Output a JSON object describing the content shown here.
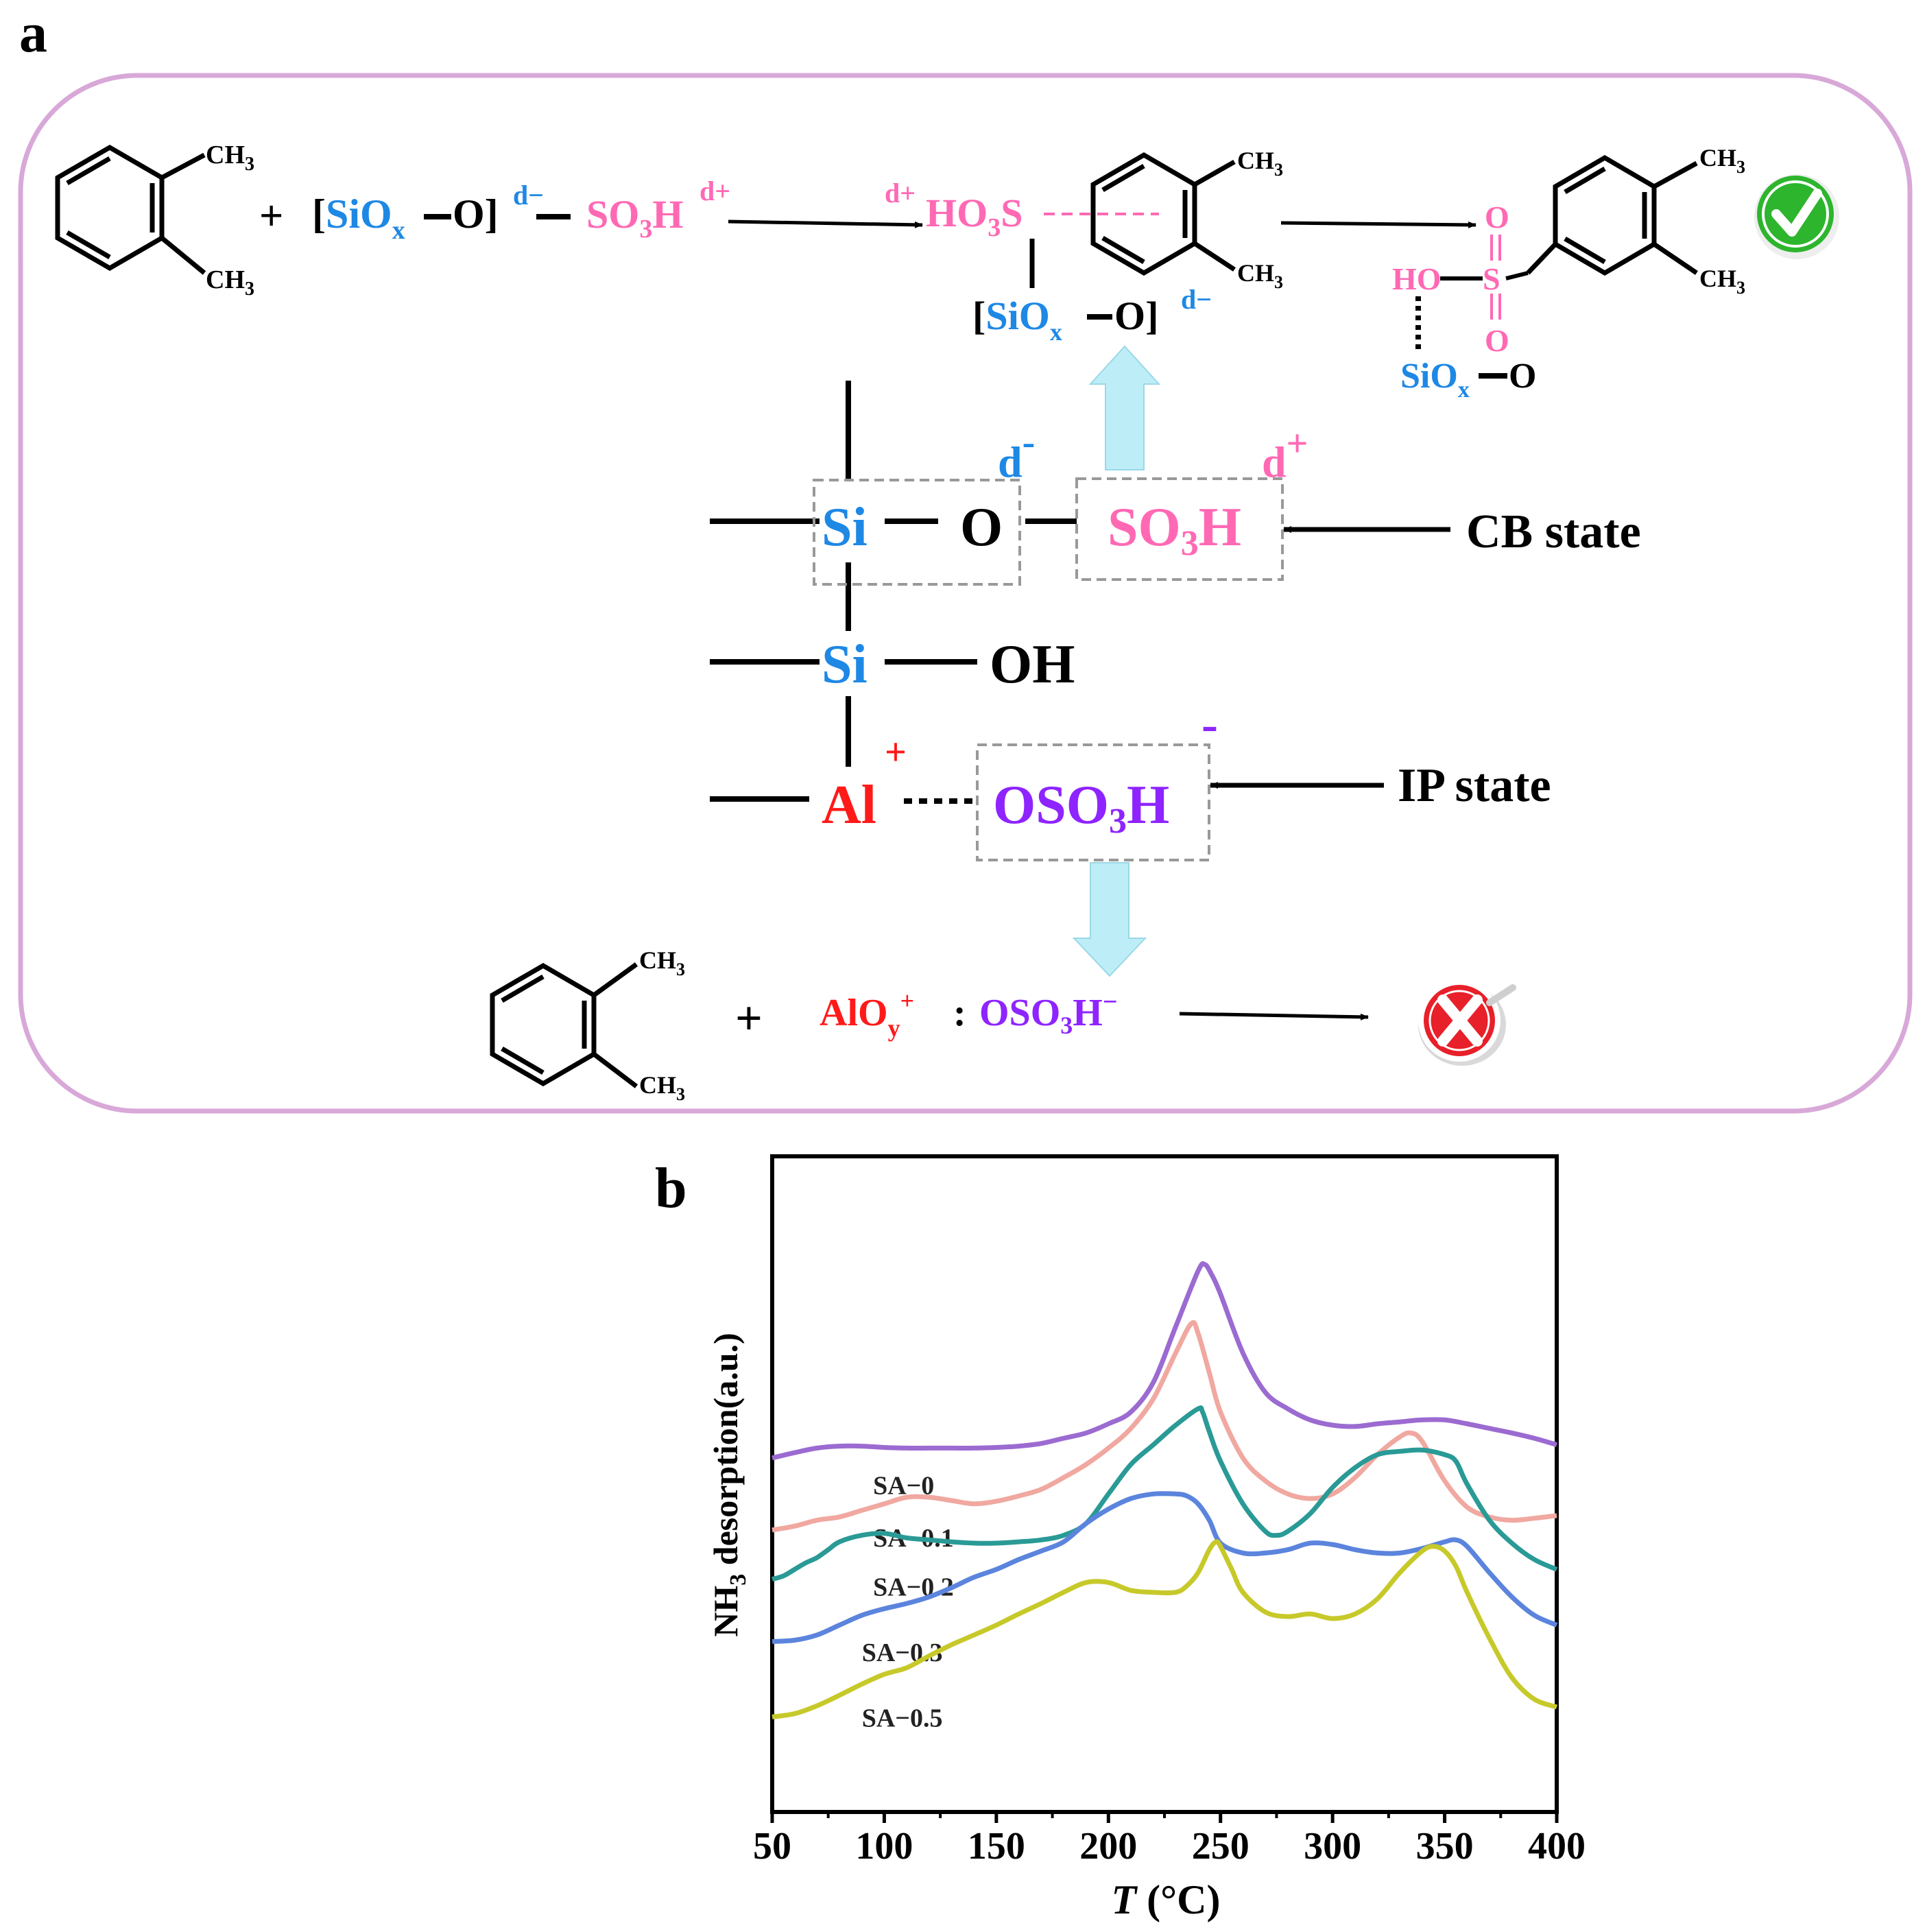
{
  "panel_a": {
    "label": "a",
    "colors": {
      "blue": "#1e88e5",
      "pink": "#ff69b4",
      "red": "#ff1a1a",
      "purple": "#8e24ff",
      "black": "#000000",
      "frame": "#d8a8d8",
      "arrow_fill": "#bdeef8"
    },
    "top": {
      "me1": "CH",
      "me1_sub": "3",
      "me2": "CH",
      "me2_sub": "3",
      "plus": "+",
      "lbr": "[",
      "siox": "SiO",
      "x_sub": "x",
      "o": "O",
      "rbr": "]",
      "dminus": "d−",
      "so3h": "SO",
      "so3h_sub": "3",
      "so3h_h": "H",
      "dplus": "d+",
      "int_dplus": "d+",
      "int_ho3s": "HO",
      "int_ho3s_sub": "3",
      "int_ho3s_s": "S",
      "int_me1": "CH",
      "int_me1_sub": "3",
      "int_me2": "CH",
      "int_me2_sub": "3",
      "int_lbr": "[",
      "int_siox": "SiO",
      "int_x": "x",
      "int_o": "O",
      "int_rbr": "]",
      "int_dminus": "d−",
      "prod_me1": "CH",
      "prod_me1_sub": "3",
      "prod_me2": "CH",
      "prod_me2_sub": "3",
      "prod_o_top": "O",
      "prod_ho": "HO",
      "prod_s": "S",
      "prod_o_bot": "O",
      "prod_siox": "SiO",
      "prod_x": "x",
      "prod_o": "O"
    },
    "center": {
      "si1": "Si",
      "o1": "O",
      "so3h": "SO",
      "so3h_sub": "3",
      "so3h_h": "H",
      "d_minus_d": "d",
      "d_minus_sign": "-",
      "d_plus_d": "d",
      "d_plus_sign": "+",
      "cb_state": "CB state",
      "si2": "Si",
      "oh": "OH",
      "al": "Al",
      "al_plus": "+",
      "oso3h": "OSO",
      "oso3h_sub": "3",
      "oso3h_h": "H",
      "oso3h_minus": "-",
      "ip_state": "IP state"
    },
    "bottom": {
      "me1": "CH",
      "me1_sub": "3",
      "me2": "CH",
      "me2_sub": "3",
      "plus": "+",
      "alo": "AlO",
      "alo_sub": "y",
      "alo_sup": "+",
      "colon": ":",
      "oso3h": "OSO",
      "oso3h_sub": "3",
      "oso3h_h": "H",
      "oso3h_sup": "−"
    }
  },
  "panel_b": {
    "label": "b"
  },
  "chart_data": {
    "type": "line",
    "xlabel_italic": "T",
    "xlabel_unit": "(°C)",
    "ylabel_main": "NH",
    "ylabel_sub": "3",
    "ylabel_rest": " desorption(a.u.)",
    "xlim": [
      50,
      400
    ],
    "ylim": [
      0,
      10
    ],
    "xticks": [
      50,
      100,
      150,
      200,
      250,
      300,
      350,
      400
    ],
    "y_tick_labels_shown": false,
    "grid": false,
    "legend": "none",
    "series_labels_inline": true,
    "series": [
      {
        "name": "SA−0",
        "color": "#9b6bd1",
        "label_at": [
          95,
          4.85
        ],
        "x": [
          50,
          60,
          70,
          80,
          90,
          100,
          110,
          120,
          130,
          140,
          150,
          160,
          170,
          180,
          190,
          200,
          210,
          220,
          230,
          240,
          243,
          246,
          250,
          260,
          270,
          280,
          290,
          300,
          310,
          320,
          330,
          340,
          350,
          360,
          370,
          380,
          390,
          400
        ],
        "y": [
          5.4,
          5.48,
          5.55,
          5.58,
          5.58,
          5.56,
          5.55,
          5.55,
          5.55,
          5.55,
          5.56,
          5.58,
          5.62,
          5.7,
          5.78,
          5.92,
          6.1,
          6.55,
          7.4,
          8.25,
          8.35,
          8.2,
          7.9,
          7.0,
          6.4,
          6.15,
          5.98,
          5.9,
          5.88,
          5.92,
          5.95,
          5.98,
          5.98,
          5.92,
          5.85,
          5.78,
          5.7,
          5.6
        ]
      },
      {
        "name": "SA−0.1",
        "color": "#f0a8a0",
        "label_at": [
          95,
          4.05
        ],
        "x": [
          50,
          60,
          70,
          80,
          90,
          100,
          110,
          120,
          130,
          140,
          150,
          160,
          170,
          180,
          190,
          200,
          210,
          220,
          230,
          237,
          240,
          245,
          250,
          260,
          270,
          280,
          290,
          300,
          310,
          320,
          330,
          335,
          340,
          350,
          360,
          370,
          380,
          390,
          400
        ],
        "y": [
          4.3,
          4.36,
          4.45,
          4.5,
          4.6,
          4.7,
          4.8,
          4.8,
          4.75,
          4.7,
          4.74,
          4.82,
          4.92,
          5.1,
          5.3,
          5.55,
          5.85,
          6.3,
          7.0,
          7.45,
          7.3,
          6.7,
          6.1,
          5.4,
          5.05,
          4.85,
          4.78,
          4.85,
          5.1,
          5.45,
          5.72,
          5.78,
          5.65,
          5.05,
          4.65,
          4.5,
          4.45,
          4.48,
          4.52
        ]
      },
      {
        "name": "SA−0.2",
        "color": "#2a9a96",
        "label_at": [
          95,
          3.3
        ],
        "x": [
          50,
          55,
          60,
          65,
          70,
          75,
          80,
          90,
          100,
          110,
          120,
          130,
          140,
          150,
          160,
          170,
          180,
          190,
          200,
          210,
          220,
          230,
          240,
          242,
          245,
          250,
          260,
          270,
          275,
          280,
          290,
          300,
          310,
          320,
          330,
          340,
          350,
          355,
          360,
          370,
          380,
          390,
          400
        ],
        "y": [
          3.55,
          3.6,
          3.7,
          3.8,
          3.88,
          4.0,
          4.12,
          4.22,
          4.25,
          4.18,
          4.15,
          4.12,
          4.1,
          4.1,
          4.12,
          4.15,
          4.22,
          4.4,
          4.85,
          5.3,
          5.6,
          5.9,
          6.15,
          6.1,
          5.8,
          5.35,
          4.7,
          4.28,
          4.22,
          4.28,
          4.55,
          4.95,
          5.25,
          5.45,
          5.5,
          5.52,
          5.45,
          5.35,
          5.0,
          4.45,
          4.1,
          3.85,
          3.7
        ]
      },
      {
        "name": "SA−0.3",
        "color": "#5b84dd",
        "label_at": [
          90,
          2.3
        ],
        "x": [
          50,
          60,
          70,
          80,
          90,
          100,
          110,
          120,
          130,
          140,
          150,
          160,
          170,
          180,
          190,
          200,
          210,
          220,
          230,
          235,
          240,
          245,
          250,
          260,
          270,
          280,
          290,
          300,
          310,
          320,
          330,
          340,
          350,
          355,
          360,
          370,
          380,
          390,
          400
        ],
        "y": [
          2.6,
          2.62,
          2.7,
          2.85,
          3.0,
          3.1,
          3.18,
          3.28,
          3.42,
          3.58,
          3.7,
          3.85,
          3.98,
          4.12,
          4.4,
          4.62,
          4.78,
          4.85,
          4.85,
          4.82,
          4.7,
          4.45,
          4.1,
          3.95,
          3.95,
          4.0,
          4.1,
          4.08,
          4.0,
          3.95,
          3.95,
          4.02,
          4.12,
          4.15,
          4.05,
          3.65,
          3.28,
          3.0,
          2.85
        ]
      },
      {
        "name": "SA−0.5",
        "color": "#c7c92a",
        "label_at": [
          90,
          1.3
        ],
        "x": [
          50,
          60,
          70,
          80,
          90,
          100,
          110,
          120,
          130,
          140,
          150,
          160,
          170,
          180,
          190,
          200,
          210,
          220,
          230,
          235,
          240,
          245,
          248,
          250,
          255,
          260,
          270,
          280,
          290,
          300,
          310,
          320,
          330,
          340,
          345,
          350,
          355,
          360,
          370,
          380,
          390,
          400
        ],
        "y": [
          1.45,
          1.5,
          1.62,
          1.78,
          1.95,
          2.1,
          2.2,
          2.38,
          2.55,
          2.7,
          2.85,
          3.02,
          3.18,
          3.35,
          3.5,
          3.5,
          3.38,
          3.35,
          3.35,
          3.45,
          3.65,
          4.0,
          4.12,
          4.05,
          3.7,
          3.35,
          3.05,
          2.98,
          3.02,
          2.95,
          3.02,
          3.25,
          3.65,
          3.98,
          4.05,
          3.98,
          3.75,
          3.35,
          2.65,
          2.05,
          1.72,
          1.6
        ]
      }
    ]
  }
}
